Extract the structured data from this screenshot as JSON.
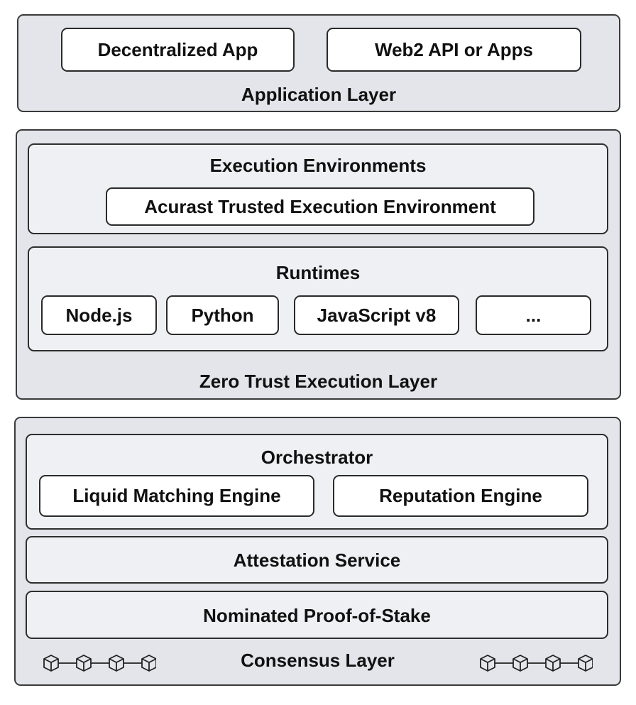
{
  "application_layer": {
    "title": "Application Layer",
    "items": [
      "Decentralized App",
      "Web2 API or Apps"
    ]
  },
  "execution_layer": {
    "title": "Zero Trust Execution Layer",
    "environments": {
      "title": "Execution Environments",
      "item": "Acurast Trusted Execution Environment"
    },
    "runtimes": {
      "title": "Runtimes",
      "items": [
        "Node.js",
        "Python",
        "JavaScript v8",
        "..."
      ]
    }
  },
  "consensus_layer": {
    "title": "Consensus Layer",
    "orchestrator": {
      "title": "Orchestrator",
      "items": [
        "Liquid Matching Engine",
        "Reputation Engine"
      ]
    },
    "attestation": "Attestation Service",
    "npos": "Nominated Proof-of-Stake",
    "chain_icon": "blockchain-icon"
  }
}
